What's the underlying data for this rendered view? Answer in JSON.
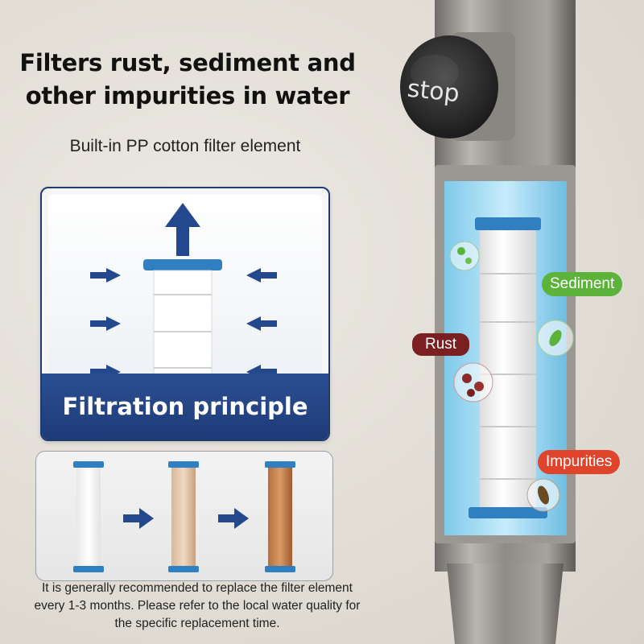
{
  "headline": {
    "line1": "Filters rust, sediment and",
    "line2": "other impurities in water"
  },
  "subhead": "Built-in PP cotton filter element",
  "principle": {
    "label": "Filtration principle"
  },
  "caption": {
    "line1": "It is generally recommended to replace the filter element",
    "line2": "every 1-3 months. Please refer to the local water quality for",
    "line3": "the specific replacement time."
  },
  "device": {
    "button_text": "stop",
    "labels": {
      "sediment": "Sediment",
      "rust": "Rust",
      "impurities": "Impurities"
    }
  },
  "colors": {
    "navy": "#1f3b72",
    "filter_cap": "#2f7fc1",
    "arrow": "#23488e",
    "sediment": "#5bb33a",
    "rust": "#7a1f22",
    "impurities": "#e0452c"
  }
}
